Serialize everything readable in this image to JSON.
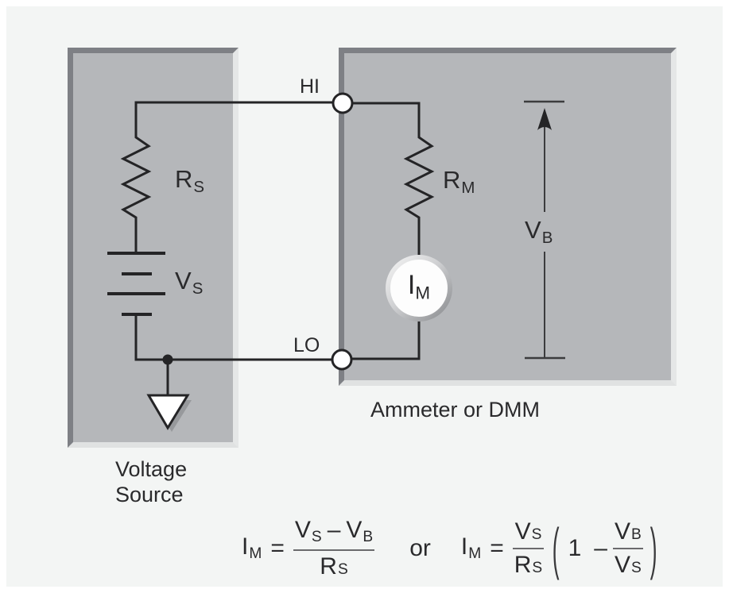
{
  "colors": {
    "background": "#f3f5f4",
    "panel_fill": "#b5b7ba",
    "panel_edge_dark": "#7e8085",
    "panel_edge_light": "#e5e7e7",
    "stroke": "#242426",
    "meter_ring_light": "#f2f2f2",
    "meter_ring_dark": "#8f9194",
    "shadow": "#97999c"
  },
  "panels": {
    "voltage_source_caption_line1": "Voltage",
    "voltage_source_caption_line2": "Source",
    "ammeter_caption": "Ammeter or DMM"
  },
  "terminals": {
    "hi": "HI",
    "lo": "LO"
  },
  "components": {
    "source_resistor": {
      "main": "R",
      "sub": "S"
    },
    "source_voltage": {
      "main": "V",
      "sub": "S"
    },
    "meter_resistance": {
      "main": "R",
      "sub": "M"
    },
    "meter_current": {
      "main": "I",
      "sub": "M"
    },
    "burden_voltage": {
      "main": "V",
      "sub": "B"
    }
  },
  "formula": {
    "lhs1": {
      "main": "I",
      "sub": "M"
    },
    "equals1": "=",
    "frac1_num_a": {
      "main": "V",
      "sub": "S"
    },
    "frac1_minus": "–",
    "frac1_num_b": {
      "main": "V",
      "sub": "B"
    },
    "frac1_den": {
      "main": "R",
      "sub": "S"
    },
    "or_text": "or",
    "lhs2": {
      "main": "I",
      "sub": "M"
    },
    "equals2": "=",
    "frac2_num": {
      "main": "V",
      "sub": "S"
    },
    "frac2_den": {
      "main": "R",
      "sub": "S"
    },
    "paren_open": "(",
    "one": "1",
    "inner_minus": "–",
    "frac3_num": {
      "main": "V",
      "sub": "B"
    },
    "frac3_den": {
      "main": "V",
      "sub": "S"
    },
    "paren_close": ")"
  }
}
